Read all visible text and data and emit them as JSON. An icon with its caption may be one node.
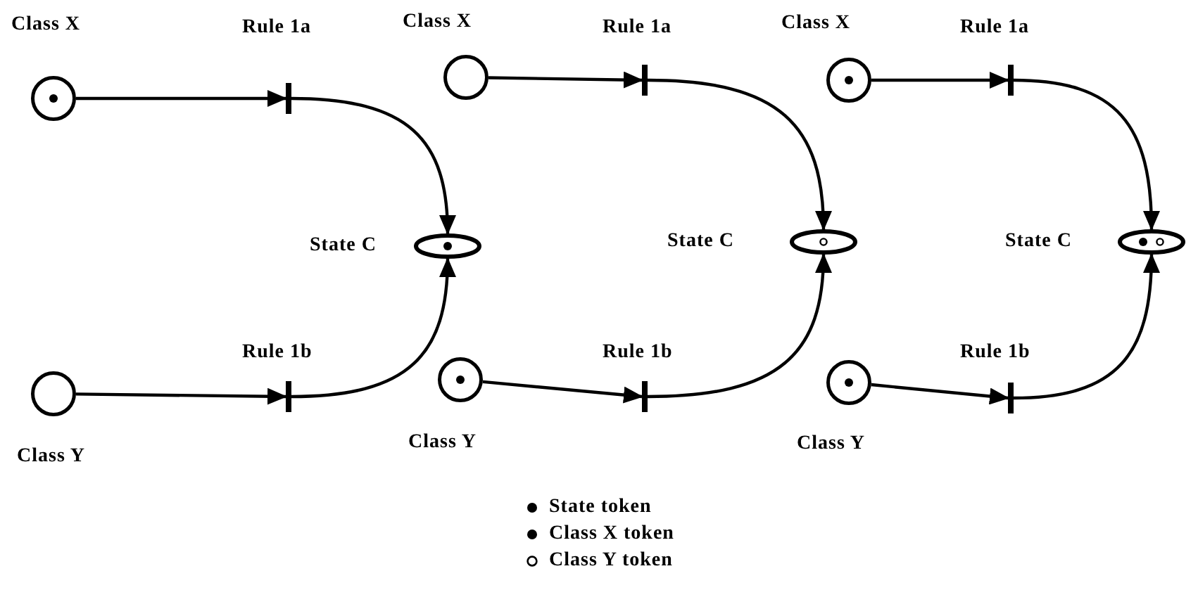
{
  "diagram": {
    "nodes": [
      {
        "text": [],
        "shape": "circle",
        "beside": [
          "Class X"
        ]
      },
      {
        "text": [],
        "shape": "dot",
        "in": 0
      },
      {
        "text": [],
        "shape": "bar",
        "beside": [
          "Rule 1a"
        ]
      },
      {
        "text": [],
        "shape": "ellipse",
        "beside": [
          "State C"
        ]
      },
      {
        "text": [],
        "shape": "dot",
        "in": 3
      },
      {
        "text": [],
        "shape": "bar",
        "beside": [
          "Rule 1b"
        ]
      },
      {
        "text": [],
        "shape": "circle",
        "beside": [
          "Class Y"
        ]
      },
      {
        "text": [],
        "shape": "circle",
        "beside": [
          "Class X"
        ]
      },
      {
        "text": [],
        "shape": "bar",
        "beside": [
          "Rule 1a"
        ]
      },
      {
        "text": [],
        "shape": "ellipse",
        "beside": [
          "State C"
        ]
      },
      {
        "text": [],
        "shape": "circle",
        "in": 9
      },
      {
        "text": [],
        "shape": "bar",
        "beside": [
          "Rule 1b"
        ]
      },
      {
        "text": [],
        "shape": "circle",
        "beside": [
          "Class Y"
        ]
      },
      {
        "text": [],
        "shape": "dot",
        "in": 12
      },
      {
        "text": [],
        "shape": "circle",
        "beside": [
          "Class X"
        ]
      },
      {
        "text": [],
        "shape": "dot",
        "in": 14
      },
      {
        "text": [],
        "shape": "bar",
        "beside": [
          "Rule 1a"
        ]
      },
      {
        "text": [],
        "shape": "ellipse",
        "beside": [
          "State C"
        ]
      },
      {
        "text": [],
        "shape": "dot",
        "in": 17
      },
      {
        "text": [],
        "shape": "circle",
        "in": 17
      },
      {
        "text": [],
        "shape": "bar",
        "beside": [
          "Rule 1b"
        ]
      },
      {
        "text": [],
        "shape": "circle",
        "beside": [
          "Class Y"
        ]
      },
      {
        "text": [],
        "shape": "dot",
        "in": 21
      }
    ],
    "edges": [
      {
        "from": 0,
        "to": 2,
        "arrow": "to"
      },
      {
        "from": 2,
        "to": 3,
        "arrow": "to"
      },
      {
        "from": 6,
        "to": 5,
        "arrow": "to"
      },
      {
        "from": 5,
        "to": 3,
        "arrow": "to"
      },
      {
        "from": 7,
        "to": 8,
        "arrow": "to"
      },
      {
        "from": 8,
        "to": 9,
        "arrow": "to"
      },
      {
        "from": 12,
        "to": 11,
        "arrow": "to"
      },
      {
        "from": 11,
        "to": 9,
        "arrow": "to"
      },
      {
        "from": 14,
        "to": 16,
        "arrow": "to"
      },
      {
        "from": 16,
        "to": 17,
        "arrow": "to"
      },
      {
        "from": 21,
        "to": 20,
        "arrow": "to"
      },
      {
        "from": 20,
        "to": 17,
        "arrow": "to"
      }
    ],
    "legend": [
      {
        "text": "State token"
      },
      {
        "text": "Class X token"
      },
      {
        "text": "Class Y token"
      }
    ]
  }
}
